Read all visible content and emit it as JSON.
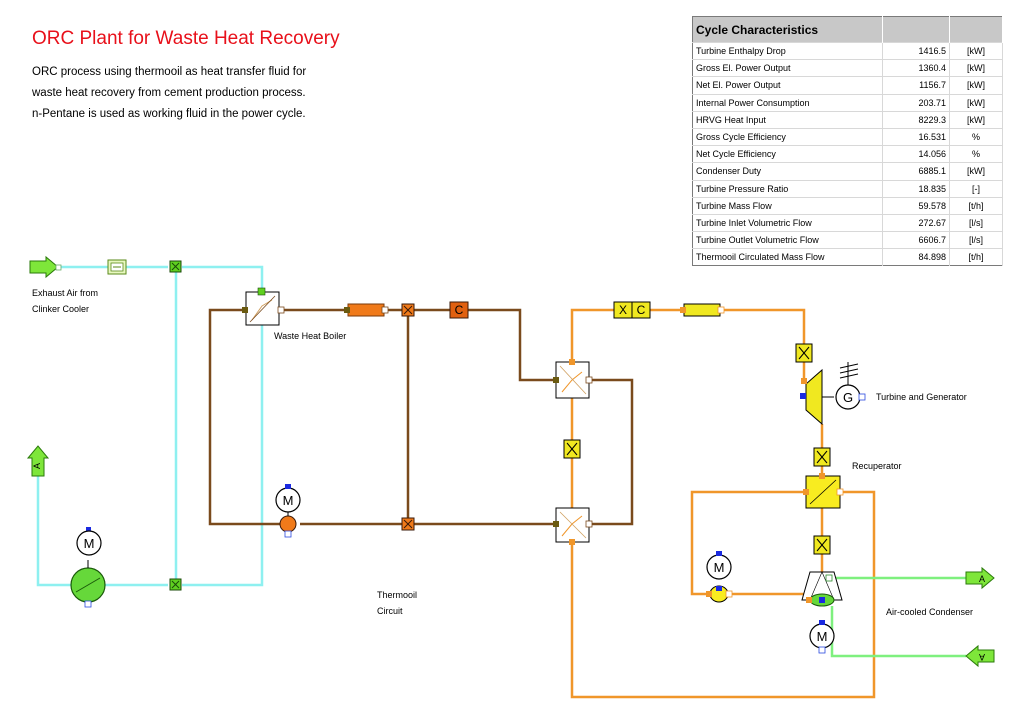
{
  "title": "ORC Plant for Waste Heat Recovery",
  "description": [
    "ORC process using thermooil as heat transfer fluid for",
    "waste heat recovery from cement production process.",
    "n-Pentane is used as working fluid in the power cycle."
  ],
  "table": {
    "title": "Cycle Characteristics",
    "rows": [
      {
        "name": "Turbine Enthalpy Drop",
        "value": "1416.5",
        "unit": "[kW]"
      },
      {
        "name": "Gross El. Power Output",
        "value": "1360.4",
        "unit": "[kW]"
      },
      {
        "name": "Net El. Power Output",
        "value": "1156.7",
        "unit": "[kW]"
      },
      {
        "name": "Internal Power Consumption",
        "value": "203.71",
        "unit": "[kW]"
      },
      {
        "name": "HRVG Heat Input",
        "value": "8229.3",
        "unit": "[kW]"
      },
      {
        "name": "Gross Cycle Efficiency",
        "value": "16.531",
        "unit": "%"
      },
      {
        "name": "Net Cycle Efficiency",
        "value": "14.056",
        "unit": "%"
      },
      {
        "name": "Condenser Duty",
        "value": "6885.1",
        "unit": "[kW]"
      },
      {
        "name": "Turbine Pressure Ratio",
        "value": "18.835",
        "unit": "[-]"
      },
      {
        "name": "Turbine Mass Flow",
        "value": "59.578",
        "unit": "[t/h]"
      },
      {
        "name": "Turbine Inlet Volumetric Flow",
        "value": "272.67",
        "unit": "[l/s]"
      },
      {
        "name": "Turbine Outlet Volumetric Flow",
        "value": "6606.7",
        "unit": "[l/s]"
      },
      {
        "name": "Thermooil Circulated Mass Flow",
        "value": "84.898",
        "unit": "[t/h]"
      }
    ]
  },
  "labels": {
    "exhaust_air_1": "Exhaust Air from",
    "exhaust_air_2": "Clinker Cooler",
    "waste_heat_boiler": "Waste Heat Boiler",
    "thermooil_1": "Thermooil",
    "thermooil_2": "Circuit",
    "turbine_generator": "Turbine and Generator",
    "recuperator": "Recuperator",
    "condenser": "Air-cooled Condenser",
    "motor_glyph": "M",
    "generator_glyph": "G",
    "controller_glyph": "C",
    "mixer_glyph": "X",
    "outlet_glyph": "A"
  },
  "colors": {
    "air": "#8ef0f0",
    "thermooil": "#7a4a1c",
    "working_fluid": "#f0962a",
    "cooling_air": "#7ef07e",
    "title": "#e8101a"
  }
}
